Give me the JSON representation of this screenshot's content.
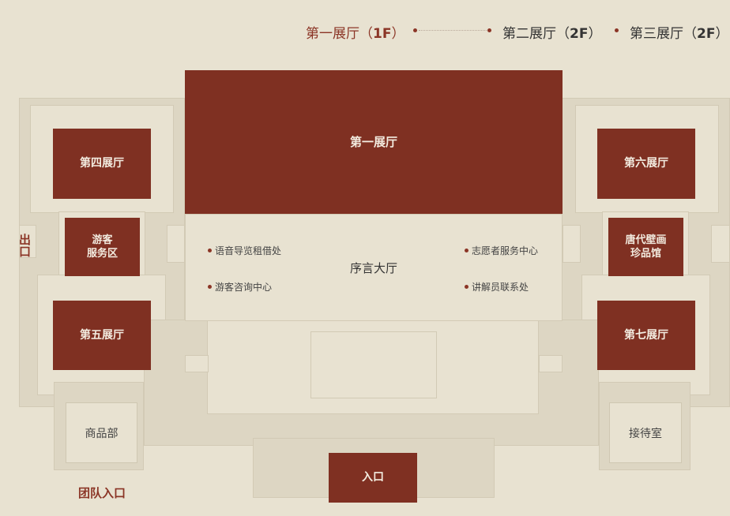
{
  "legend": [
    {
      "label": "第一展厅",
      "floor": "1F",
      "active": true
    },
    {
      "label": "第二展厅",
      "floor": "2F",
      "active": false
    },
    {
      "label": "第三展厅",
      "floor": "2F",
      "active": false
    }
  ],
  "rooms": {
    "hall1": "第一展厅",
    "preface": "序言大厅",
    "hall4": "第四展厅",
    "visitor_service": [
      "游客",
      "服务区"
    ],
    "hall5": "第五展厅",
    "shop": "商品部",
    "hall6": "第六展厅",
    "mural": [
      "唐代壁画",
      "珍品馆"
    ],
    "hall7": "第七展厅",
    "reception": "接待室",
    "entrance": "入口"
  },
  "services": [
    "语音导览租借处",
    "游客咨询中心",
    "志愿者服务中心",
    "讲解员联系处"
  ],
  "labels": {
    "exit": "出口",
    "group_entrance": "团队入口"
  },
  "colors": {
    "accent": "#7f3022",
    "background": "#e8e2d1"
  }
}
